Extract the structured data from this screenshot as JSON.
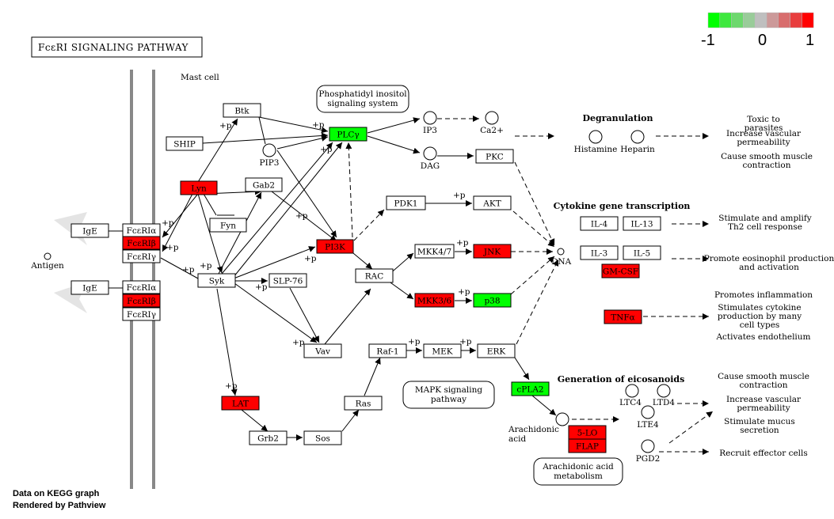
{
  "title": "FcεRI SIGNALING PATHWAY",
  "cell_label": "Mast cell",
  "footer": [
    "Data on KEGG graph",
    "Rendered by Pathview"
  ],
  "legend": {
    "colors": [
      "#00ff00",
      "#3ee83e",
      "#6dd86d",
      "#99cc99",
      "#bfbfbf",
      "#cc9999",
      "#d86d6d",
      "#e83e3e",
      "#ff0000"
    ],
    "ticks": [
      "-1",
      "0",
      "1"
    ]
  },
  "colors": {
    "up": "#ff0000",
    "down": "#00ff00",
    "neutral": "#ffffff"
  },
  "genes": [
    {
      "id": "btk",
      "label": "Btk",
      "color": "#ffffff"
    },
    {
      "id": "ship",
      "label": "SHIP",
      "color": "#ffffff"
    },
    {
      "id": "plcg",
      "label": "PLCγ",
      "color": "#00ff00"
    },
    {
      "id": "lyn",
      "label": "Lyn",
      "color": "#ff0000"
    },
    {
      "id": "gab2",
      "label": "Gab2",
      "color": "#ffffff"
    },
    {
      "id": "fyn",
      "label": "Fyn",
      "color": "#ffffff"
    },
    {
      "id": "pkc",
      "label": "PKC",
      "color": "#ffffff"
    },
    {
      "id": "pdk1",
      "label": "PDK1",
      "color": "#ffffff"
    },
    {
      "id": "akt",
      "label": "AKT",
      "color": "#ffffff"
    },
    {
      "id": "pi3k",
      "label": "PI3K",
      "color": "#ff0000"
    },
    {
      "id": "mkk47",
      "label": "MKK4/7",
      "color": "#ffffff"
    },
    {
      "id": "jnk",
      "label": "JNK",
      "color": "#ff0000"
    },
    {
      "id": "rac",
      "label": "RAC",
      "color": "#ffffff"
    },
    {
      "id": "mkk36",
      "label": "MKK3/6",
      "color": "#ff0000"
    },
    {
      "id": "p38",
      "label": "p38",
      "color": "#00ff00"
    },
    {
      "id": "syk",
      "label": "Syk",
      "color": "#ffffff"
    },
    {
      "id": "slp76",
      "label": "SLP-76",
      "color": "#ffffff"
    },
    {
      "id": "vav",
      "label": "Vav",
      "color": "#ffffff"
    },
    {
      "id": "raf1",
      "label": "Raf-1",
      "color": "#ffffff"
    },
    {
      "id": "mek",
      "label": "MEK",
      "color": "#ffffff"
    },
    {
      "id": "erk",
      "label": "ERK",
      "color": "#ffffff"
    },
    {
      "id": "lat",
      "label": "LAT",
      "color": "#ff0000"
    },
    {
      "id": "ras",
      "label": "Ras",
      "color": "#ffffff"
    },
    {
      "id": "grb2",
      "label": "Grb2",
      "color": "#ffffff"
    },
    {
      "id": "sos",
      "label": "Sos",
      "color": "#ffffff"
    },
    {
      "id": "cpla2",
      "label": "cPLA2",
      "color": "#00ff00"
    },
    {
      "id": "slo",
      "label": "5-LO",
      "color": "#ff0000"
    },
    {
      "id": "flap",
      "label": "FLAP",
      "color": "#ff0000"
    },
    {
      "id": "il4",
      "label": "IL-4",
      "color": "#ffffff"
    },
    {
      "id": "il13",
      "label": "IL-13",
      "color": "#ffffff"
    },
    {
      "id": "il3",
      "label": "IL-3",
      "color": "#ffffff"
    },
    {
      "id": "il5",
      "label": "IL-5",
      "color": "#ffffff"
    },
    {
      "id": "gmcsf",
      "label": "GM-CSF",
      "color": "#ff0000"
    },
    {
      "id": "tnfa",
      "label": "TNFα",
      "color": "#ff0000"
    },
    {
      "id": "ige1",
      "label": "IgE",
      "color": "#ffffff"
    },
    {
      "id": "ige2",
      "label": "IgE",
      "color": "#ffffff"
    },
    {
      "id": "fa1",
      "label": "FcεRIα",
      "color": "#ffffff"
    },
    {
      "id": "fb1",
      "label": "FcεRIβ",
      "color": "#ff0000"
    },
    {
      "id": "fg1",
      "label": "FcεRIγ",
      "color": "#ffffff"
    },
    {
      "id": "fa2",
      "label": "FcεRIα",
      "color": "#ffffff"
    },
    {
      "id": "fb2",
      "label": "FcεRIβ",
      "color": "#ff0000"
    },
    {
      "id": "fg2",
      "label": "FcεRIγ",
      "color": "#ffffff"
    }
  ],
  "compounds": [
    {
      "id": "pip3",
      "label": "PIP3"
    },
    {
      "id": "ip3",
      "label": "IP3"
    },
    {
      "id": "ca",
      "label": "Ca2+"
    },
    {
      "id": "dag",
      "label": "DAG"
    },
    {
      "id": "dna",
      "label": "DNA"
    },
    {
      "id": "antigen",
      "label": "Antigen"
    },
    {
      "id": "histamine",
      "label": "Histamine"
    },
    {
      "id": "heparin",
      "label": "Heparin"
    },
    {
      "id": "aa",
      "label": "Arachidonic acid"
    },
    {
      "id": "ltc4",
      "label": "LTC4"
    },
    {
      "id": "ltd4",
      "label": "LTD4"
    },
    {
      "id": "lte4",
      "label": "LTE4"
    },
    {
      "id": "pgd2",
      "label": "PGD2"
    }
  ],
  "maps": [
    {
      "id": "pis",
      "label": "Phosphatidyl inositol signaling system"
    },
    {
      "id": "mapk",
      "label": "MAPK signaling pathway"
    },
    {
      "id": "aam",
      "label": "Arachidonic acid metabolism"
    }
  ],
  "sections": [
    {
      "id": "degran",
      "label": "Degranulation"
    },
    {
      "id": "cytok",
      "label": "Cytokine gene transcription"
    },
    {
      "id": "eicos",
      "label": "Generation of eicosanoids"
    }
  ],
  "outcomes": [
    {
      "id": "o1",
      "label": "Toxic to parasites"
    },
    {
      "id": "o2",
      "label": "Increase vascular permeability"
    },
    {
      "id": "o3",
      "label": "Cause smooth muscle contraction"
    },
    {
      "id": "o4",
      "label": "Stimulate and amplify Th2 cell response"
    },
    {
      "id": "o5",
      "label": "Promote eosinophil production and activation"
    },
    {
      "id": "o6",
      "label": "Promotes inflammation"
    },
    {
      "id": "o7",
      "label": "Stimulates cytokine production by many cell types"
    },
    {
      "id": "o8",
      "label": "Activates endothelium"
    },
    {
      "id": "o9",
      "label": "Cause smooth muscle contraction"
    },
    {
      "id": "o10",
      "label": "Increase vascular permeability"
    },
    {
      "id": "o11",
      "label": "Stimulate mucus secretion"
    },
    {
      "id": "o12",
      "label": "Recruit effector cells"
    }
  ],
  "phospho_label": "+p"
}
